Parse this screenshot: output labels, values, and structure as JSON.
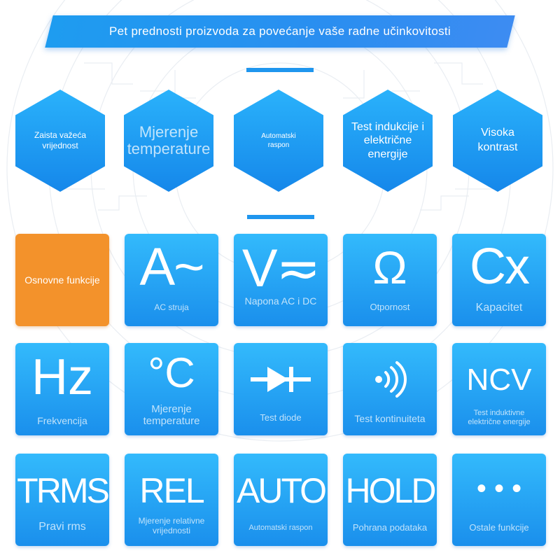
{
  "header": {
    "title": "Pet prednosti proizvoda za povećanje vaše radne učinkovitosti"
  },
  "advantages": [
    {
      "label": "Zaista važeća vrijednost"
    },
    {
      "label": "Mjerenje temperature"
    },
    {
      "label": "Automatski raspon"
    },
    {
      "label": "Test indukcije i električne energije"
    },
    {
      "label": "Visoka kontrast"
    }
  ],
  "functions": {
    "section_label": "Osnovne funkcije",
    "tiles": [
      {
        "symbol": "A~",
        "label": "AC struja",
        "icon": "ac-current-icon"
      },
      {
        "symbol": "V≂",
        "label": "Napona AC i DC",
        "icon": "voltage-icon"
      },
      {
        "symbol": "Ω",
        "label": "Otpornost",
        "icon": "ohm-icon"
      },
      {
        "symbol": "Cx",
        "label": "Kapacitet",
        "icon": "capacitance-icon"
      },
      {
        "symbol": "Hz",
        "label": "Frekvencija",
        "icon": "frequency-icon"
      },
      {
        "symbol": "°C",
        "label": "Mjerenje temperature",
        "icon": "celsius-icon"
      },
      {
        "symbol": "",
        "label": "Test diode",
        "icon": "diode-icon"
      },
      {
        "symbol": "",
        "label": "Test kontinuiteta",
        "icon": "continuity-icon"
      },
      {
        "symbol": "NCV",
        "label": "Test induktivne električne energije",
        "icon": "ncv-icon"
      },
      {
        "symbol": "TRMS",
        "label": "Pravi rms",
        "icon": "trms-icon"
      },
      {
        "symbol": "REL",
        "label": "Mjerenje relativne vrijednosti",
        "icon": "rel-icon"
      },
      {
        "symbol": "AUTO",
        "label": "Automatski raspon",
        "icon": "auto-icon"
      },
      {
        "symbol": "HOLD",
        "label": "Pohrana podataka",
        "icon": "hold-icon"
      },
      {
        "symbol": "• • •",
        "label": "Ostale funkcije",
        "icon": "more-icon"
      }
    ]
  },
  "colors": {
    "accent_blue": "#1f96ee",
    "tile_blue_top": "#33bafc",
    "tile_blue_bottom": "#1a8fec",
    "highlight_orange": "#f3922b"
  }
}
